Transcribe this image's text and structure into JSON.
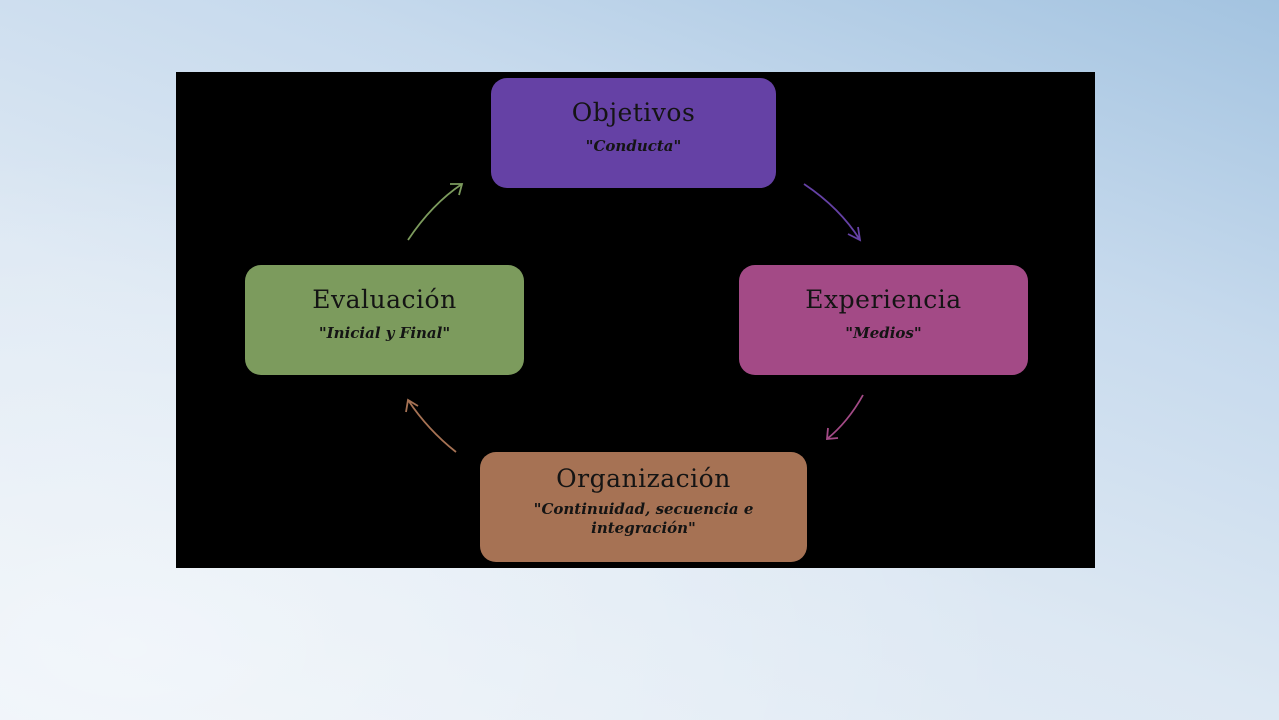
{
  "diagram": {
    "nodes": [
      {
        "id": "objetivos",
        "title": "Objetivos",
        "subtitle": "\"Conducta\"",
        "color": "#6541a5"
      },
      {
        "id": "experiencia",
        "title": "Experiencia",
        "subtitle": "\"Medios\"",
        "color": "#a34a86"
      },
      {
        "id": "organizacion",
        "title": "Organización",
        "subtitle": "\"Continuidad, secuencia e integración\"",
        "color": "#a67254"
      },
      {
        "id": "evaluacion",
        "title": "Evaluación",
        "subtitle": "\"Inicial y Final\"",
        "color": "#7c9b5d"
      }
    ],
    "edges": [
      {
        "from": "objetivos",
        "to": "experiencia",
        "color": "#6541a5"
      },
      {
        "from": "experiencia",
        "to": "organizacion",
        "color": "#a34a86"
      },
      {
        "from": "organizacion",
        "to": "evaluacion",
        "color": "#a67254"
      },
      {
        "from": "evaluacion",
        "to": "objetivos",
        "color": "#7c9b5d"
      }
    ],
    "background_color": "#000000"
  }
}
